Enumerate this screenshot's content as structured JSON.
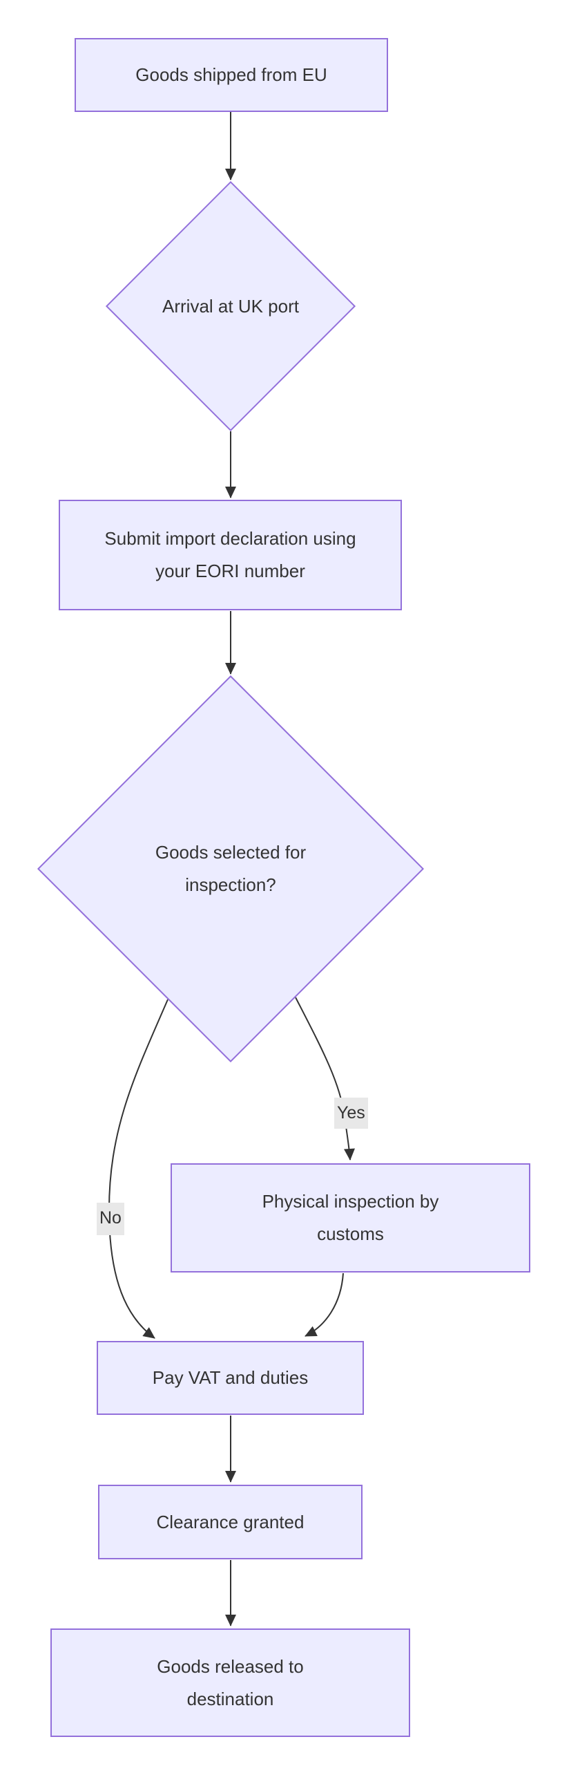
{
  "diagram": {
    "type": "flowchart",
    "direction": "top-down",
    "background": "#ffffff",
    "node_fill": "#ECECFF",
    "node_border": "#9370DB",
    "edge_color": "#333333",
    "text_color": "#333333",
    "label_bg": "#e8e8e8"
  },
  "nodes": {
    "shipped": {
      "label": "Goods shipped from EU",
      "shape": "rect"
    },
    "arrival": {
      "label": "Arrival at UK port",
      "shape": "diamond"
    },
    "declaration": {
      "label": "Submit import declaration using your EORI number",
      "shape": "rect"
    },
    "inspection_q": {
      "label": "Goods selected for inspection?",
      "shape": "diamond"
    },
    "physical": {
      "label": "Physical inspection by customs",
      "shape": "rect"
    },
    "pay": {
      "label": "Pay VAT and duties",
      "shape": "rect"
    },
    "clearance": {
      "label": "Clearance granted",
      "shape": "rect"
    },
    "released": {
      "label": "Goods released to destination",
      "shape": "rect"
    }
  },
  "edges": [
    {
      "from": "shipped",
      "to": "arrival",
      "label": ""
    },
    {
      "from": "arrival",
      "to": "declaration",
      "label": ""
    },
    {
      "from": "declaration",
      "to": "inspection_q",
      "label": ""
    },
    {
      "from": "inspection_q",
      "to": "physical",
      "label": "Yes"
    },
    {
      "from": "inspection_q",
      "to": "pay",
      "label": "No"
    },
    {
      "from": "physical",
      "to": "pay",
      "label": ""
    },
    {
      "from": "pay",
      "to": "clearance",
      "label": ""
    },
    {
      "from": "clearance",
      "to": "released",
      "label": ""
    }
  ],
  "edge_labels": {
    "yes": "Yes",
    "no": "No"
  }
}
